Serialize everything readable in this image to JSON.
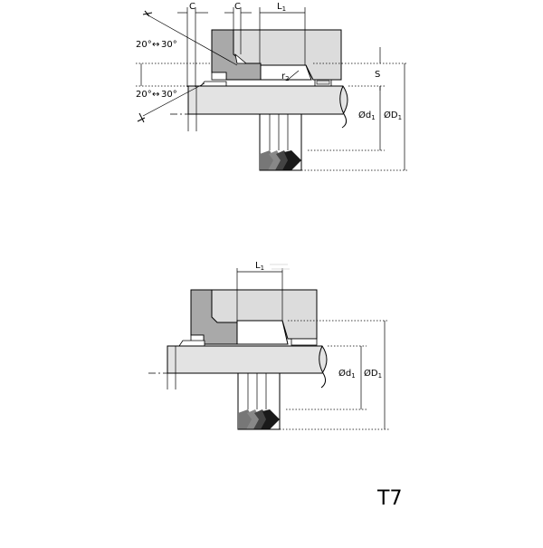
{
  "diagram_top": {
    "angle_upper": "20°",
    "angle_upper_to": "30°",
    "angle_lower": "20°",
    "angle_lower_to": "30°",
    "c_left": "C",
    "c_right": "C",
    "l1": "L",
    "l1_sub": "1",
    "r2": "r",
    "r2_sub": "2",
    "s": "S",
    "d1": "Ød",
    "d1_sub": "1",
    "big_d1": "ØD",
    "big_d1_sub": "1"
  },
  "diagram_bottom": {
    "l1": "L",
    "l1_sub": "1",
    "d1": "Ød",
    "d1_sub": "1",
    "big_d1": "ØD",
    "big_d1_sub": "1"
  },
  "profile_code": "T7",
  "colors": {
    "housing_light": "#dcdcdc",
    "housing_dark": "#a9a9a9",
    "rod": "#e3e3e3",
    "seal_dark": "#1a1a1a",
    "seal_mid": "#777777",
    "line": "#000000"
  }
}
